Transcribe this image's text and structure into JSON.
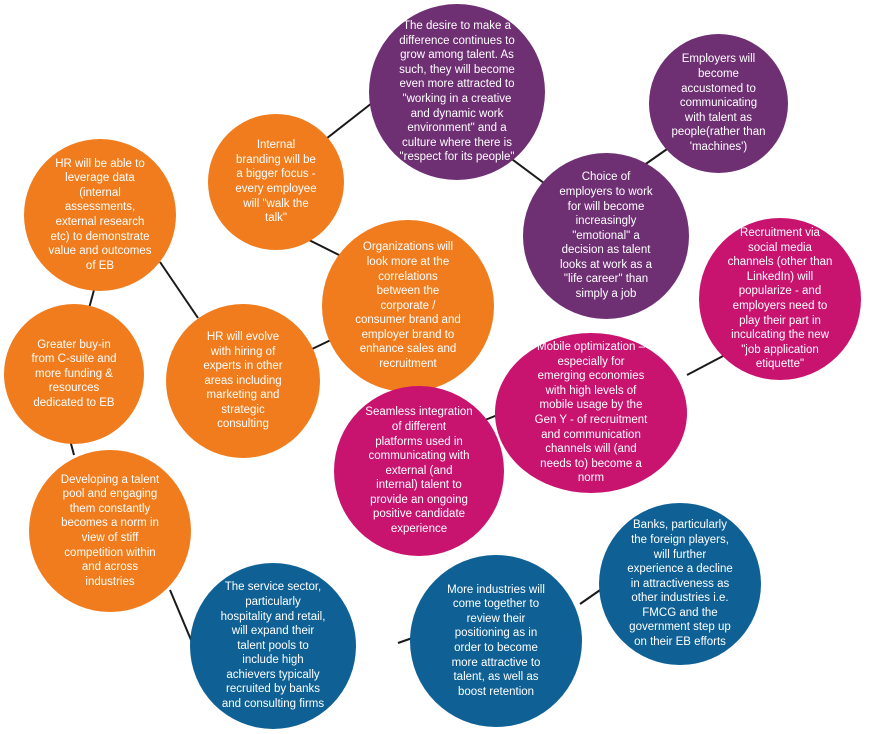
{
  "colors": {
    "orange": "#f07c1e",
    "purple": "#6e2f73",
    "magenta": "#c8136f",
    "blue": "#0f6195",
    "connector": "#1a1a1a"
  },
  "nodes": [
    {
      "id": "n1",
      "group": "purple",
      "text": "The desire to make a\ndifference continues to\ngrow among talent. As\nsuch, they will become\neven more attracted to\n\"working in a creative\nand dynamic work\nenvironment\" and a\nculture where there is\n\"respect for its people\""
    },
    {
      "id": "n2",
      "group": "purple",
      "text": "Employers will\nbecome\naccustomed to\ncommunicating\nwith talent as\npeople(rather than\n'machines')"
    },
    {
      "id": "n3",
      "group": "purple",
      "text": "Choice of\nemployers to work\nfor will become\nincreasingly\n\"emotional\" a\ndecision as talent\nlooks at work as a\n\"life career\" than\nsimply a job"
    },
    {
      "id": "n4",
      "group": "orange",
      "text": "Internal\nbranding will be\na bigger focus -\nevery employee\nwill \"walk the\ntalk\""
    },
    {
      "id": "n5",
      "group": "orange",
      "text": "HR will be able to\nleverage data\n(internal\nassessments,\nexternal research\netc) to demonstrate\nvalue and outcomes\nof EB"
    },
    {
      "id": "n6",
      "group": "orange",
      "text": "Organizations will\nlook more at the\ncorrelations\nbetween the\ncorporate /\nconsumer brand and\nemployer brand to\nenhance sales and\nrecruitment"
    },
    {
      "id": "n7",
      "group": "magenta",
      "text": "Recruitment via\nsocial media\nchannels (other than\nLinkedIn) will\npopularize - and\nemployers need to\nplay their part in\ninculcating the new\n\"job application\netiquette\""
    },
    {
      "id": "n8",
      "group": "orange",
      "text": "Greater buy-in\nfrom C-suite and\nmore funding &\nresources\ndedicated to EB"
    },
    {
      "id": "n9",
      "group": "orange",
      "text": "HR will evolve\nwith hiring of\nexperts in other\nareas including\nmarketing and\nstrategic\nconsulting"
    },
    {
      "id": "n10",
      "group": "magenta",
      "text": "Mobile optimization –\nespecially for\nemerging economies\nwith high levels of\nmobile usage by the\nGen Y - of recruitment\nand communication\nchannels will (and\nneeds to) become a\nnorm"
    },
    {
      "id": "n11",
      "group": "magenta",
      "text": "Seamless integration\nof different\nplatforms used in\ncommunicating with\nexternal (and\ninternal) talent to\nprovide an ongoing\npositive candidate\nexperience"
    },
    {
      "id": "n12",
      "group": "orange",
      "text": "Developing a talent\npool and engaging\nthem constantly\nbecomes a norm in\nview of stiff\ncompetition within\nand across\nindustries"
    },
    {
      "id": "n13",
      "group": "blue",
      "text": "Banks, particularly\nthe foreign players,\nwill further\nexperience a decline\nin attractiveness as\nother industries  i.e.\nFMCG and the\ngovernment step up\non their EB efforts"
    },
    {
      "id": "n14",
      "group": "blue",
      "text": "The service sector,\nparticularly\nhospitality and retail,\nwill expand their\ntalent pools to\ninclude high\nachievers typically\nrecruited by banks\nand consulting firms"
    },
    {
      "id": "n15",
      "group": "blue",
      "text": "More industries will\ncome together to\nreview their\npositioning as in\norder to become\nmore attractive to\ntalent, as well as\nboost retention"
    }
  ]
}
